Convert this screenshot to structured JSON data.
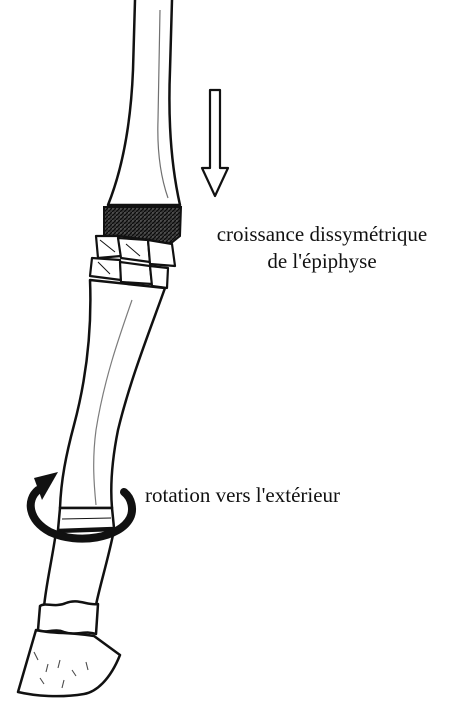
{
  "labels": {
    "growth_line1": "croissance dissymétrique",
    "growth_line2": "de l'épiphyse",
    "rotation": "rotation vers l'extérieur"
  },
  "colors": {
    "ink": "#111111",
    "background": "#ffffff",
    "growth_plate": "#2a2a2a"
  },
  "icons": {
    "downward_arrow": "down-arrow-icon",
    "rotation_arrow": "rotation-arrow-icon"
  }
}
